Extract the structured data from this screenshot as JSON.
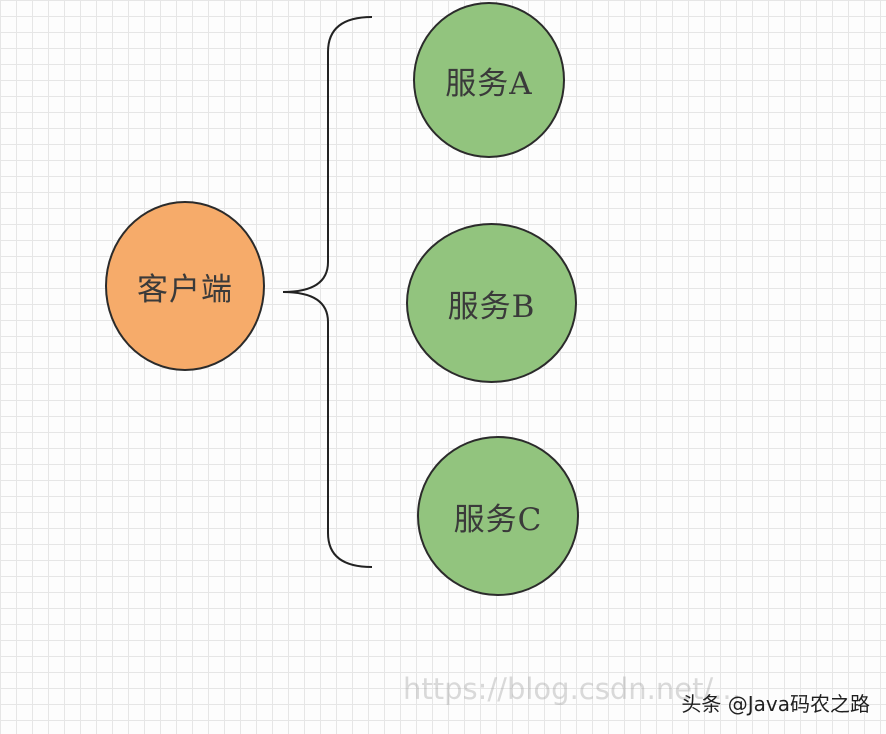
{
  "diagram": {
    "client": {
      "label": "客户端",
      "fill": "#f6ab6a"
    },
    "services": [
      {
        "label": "服务A",
        "fill": "#92c47e"
      },
      {
        "label": "服务B",
        "fill": "#92c47e"
      },
      {
        "label": "服务C",
        "fill": "#92c47e"
      }
    ],
    "connector": {
      "shape": "curly-brace",
      "color": "#222222"
    }
  },
  "watermark": {
    "url": "https://blog.csdn.net/...",
    "credit": "头条 @Java码农之路"
  }
}
